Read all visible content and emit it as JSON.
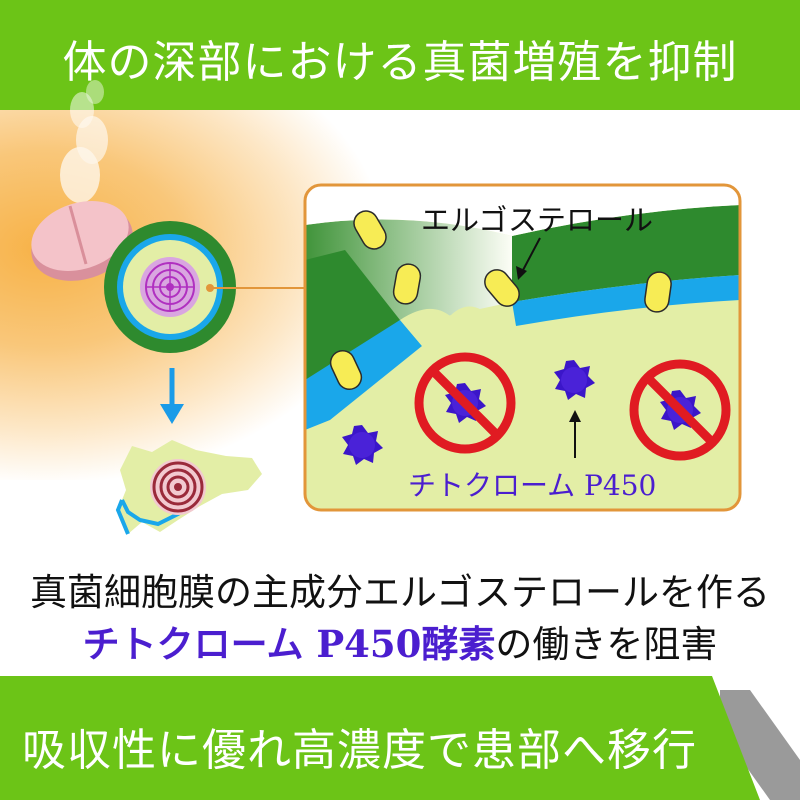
{
  "top_title": "体の深部における真菌増殖を抑制",
  "callout": {
    "ergosterol_label": "エルゴステロール",
    "enzyme_label": "チトクローム P450"
  },
  "caption": {
    "line1": "真菌細胞膜の主成分エルゴステロールを作る",
    "line2_highlight": "チトクローム P450酵素",
    "line2_rest": "の働きを阻害"
  },
  "bottom_title": "吸収性に優れ高濃度で患部へ移行",
  "colors": {
    "banner_green": "#6cc417",
    "dark_green": "#2e8a2e",
    "membrane_blue": "#1aa7ea",
    "cytoplasm": "#e3eea6",
    "enzyme_purple": "#3b16c9",
    "ergosterol_yellow": "#f7ec55",
    "prohibit_red": "#e01b22",
    "panel_border": "#e2963a",
    "arrow_blue": "#1a9be8"
  }
}
